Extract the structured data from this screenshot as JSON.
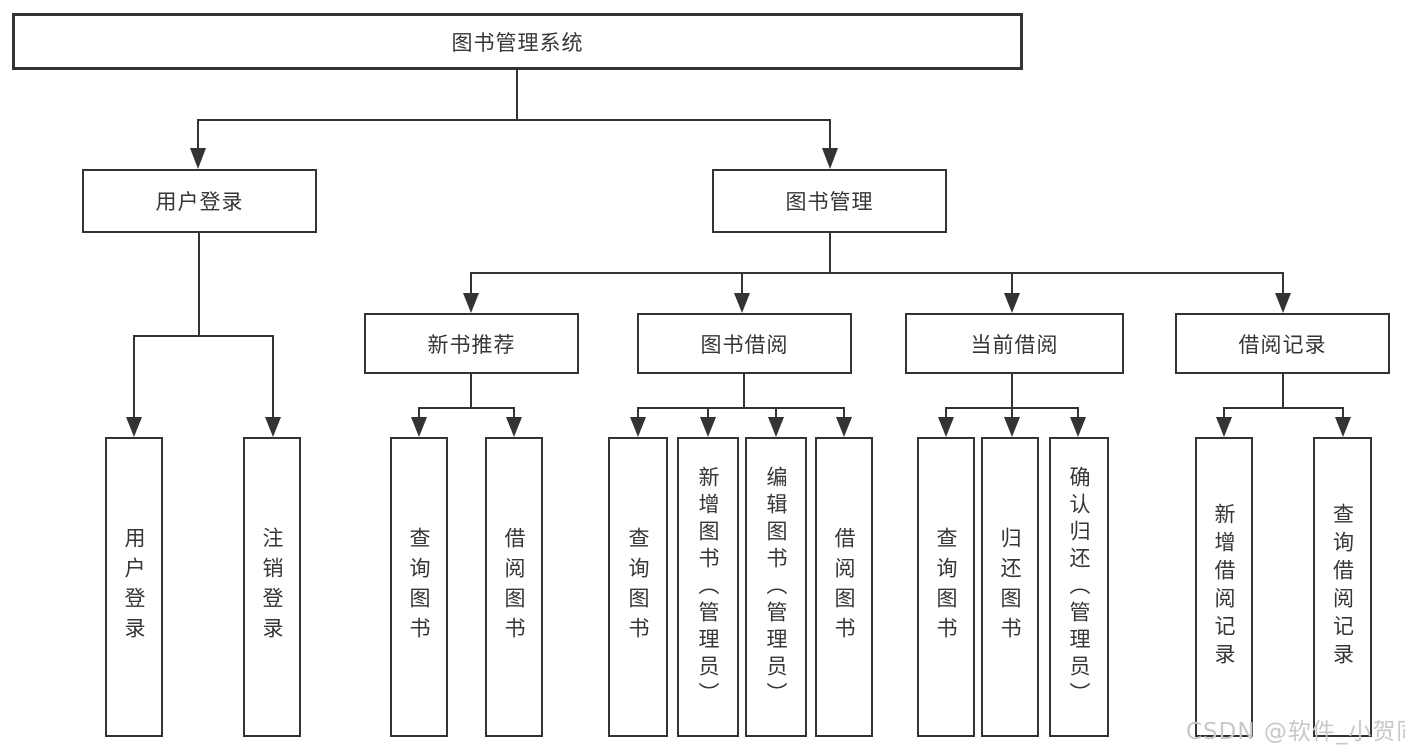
{
  "diagram": {
    "root": {
      "label": "图书管理系统"
    },
    "branches": [
      {
        "label": "用户登录",
        "children": [
          {
            "label": "用户登录"
          },
          {
            "label": "注销登录"
          }
        ]
      },
      {
        "label": "图书管理",
        "children": [
          {
            "label": "新书推荐",
            "children": [
              {
                "label": "查询图书"
              },
              {
                "label": "借阅图书"
              }
            ]
          },
          {
            "label": "图书借阅",
            "children": [
              {
                "label": "查询图书"
              },
              {
                "label": "新增图书（管理员）"
              },
              {
                "label": "编辑图书（管理员）"
              },
              {
                "label": "借阅图书"
              }
            ]
          },
          {
            "label": "当前借阅",
            "children": [
              {
                "label": "查询图书"
              },
              {
                "label": "归还图书"
              },
              {
                "label": "确认归还（管理员）"
              }
            ]
          },
          {
            "label": "借阅记录",
            "children": [
              {
                "label": "新增借阅记录"
              },
              {
                "label": "查询借阅记录"
              }
            ]
          }
        ]
      }
    ],
    "watermark": "CSDN @软件_小贺同学",
    "colors": {
      "line": "#333333",
      "box_border": "#333333",
      "watermark": "#c7c7cc"
    }
  }
}
